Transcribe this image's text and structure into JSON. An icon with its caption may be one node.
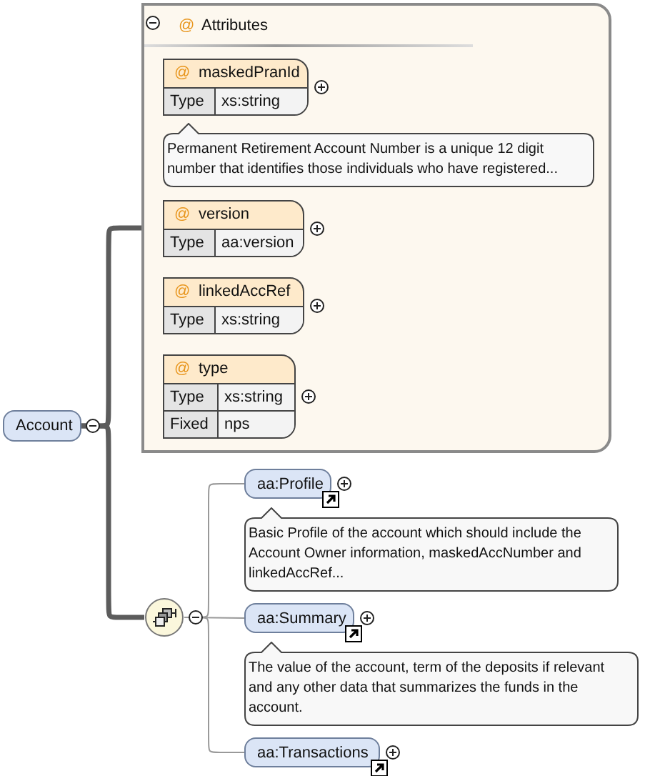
{
  "diagram": {
    "nodes": [
      {
        "text": [
          "Account"
        ]
      },
      {
        "text": [
          "@",
          "Attributes"
        ]
      },
      {
        "text": [
          "@",
          "maskedPranId",
          "Type",
          "xs:string"
        ],
        "in": 1
      },
      {
        "text": [
          "Permanent Retirement Account Number is a unique 12 digit number that identifies those individuals who have registered..."
        ],
        "in": 1
      },
      {
        "text": [
          "@",
          "version",
          "Type",
          "aa:version"
        ],
        "in": 1
      },
      {
        "text": [
          "@",
          "linkedAccRef",
          "Type",
          "xs:string"
        ],
        "in": 1
      },
      {
        "text": [
          "@",
          "type",
          "Type",
          "xs:string",
          "Fixed",
          "nps"
        ],
        "in": 1
      },
      {
        "text": [],
        "shape": "circle"
      },
      {
        "text": [
          "aa:Profile"
        ]
      },
      {
        "text": [
          "Basic Profile of the account which should include the Account Owner information, maskedAccNumber and linkedAccRef..."
        ]
      },
      {
        "text": [
          "aa:Summary"
        ]
      },
      {
        "text": [
          "The value of the account, term of the deposits if relevant and any other data that summarizes the funds in the account."
        ]
      },
      {
        "text": [
          "aa:Transactions"
        ]
      }
    ],
    "edges": [
      {
        "from": 0,
        "to": 1,
        "arrow": "none",
        "style": "thick"
      },
      {
        "from": 0,
        "to": 7,
        "arrow": "none",
        "style": "thick"
      },
      {
        "from": 7,
        "to": 8,
        "arrow": "none"
      },
      {
        "from": 7,
        "to": 10,
        "arrow": "none"
      },
      {
        "from": 7,
        "to": 12,
        "arrow": "none"
      }
    ]
  }
}
